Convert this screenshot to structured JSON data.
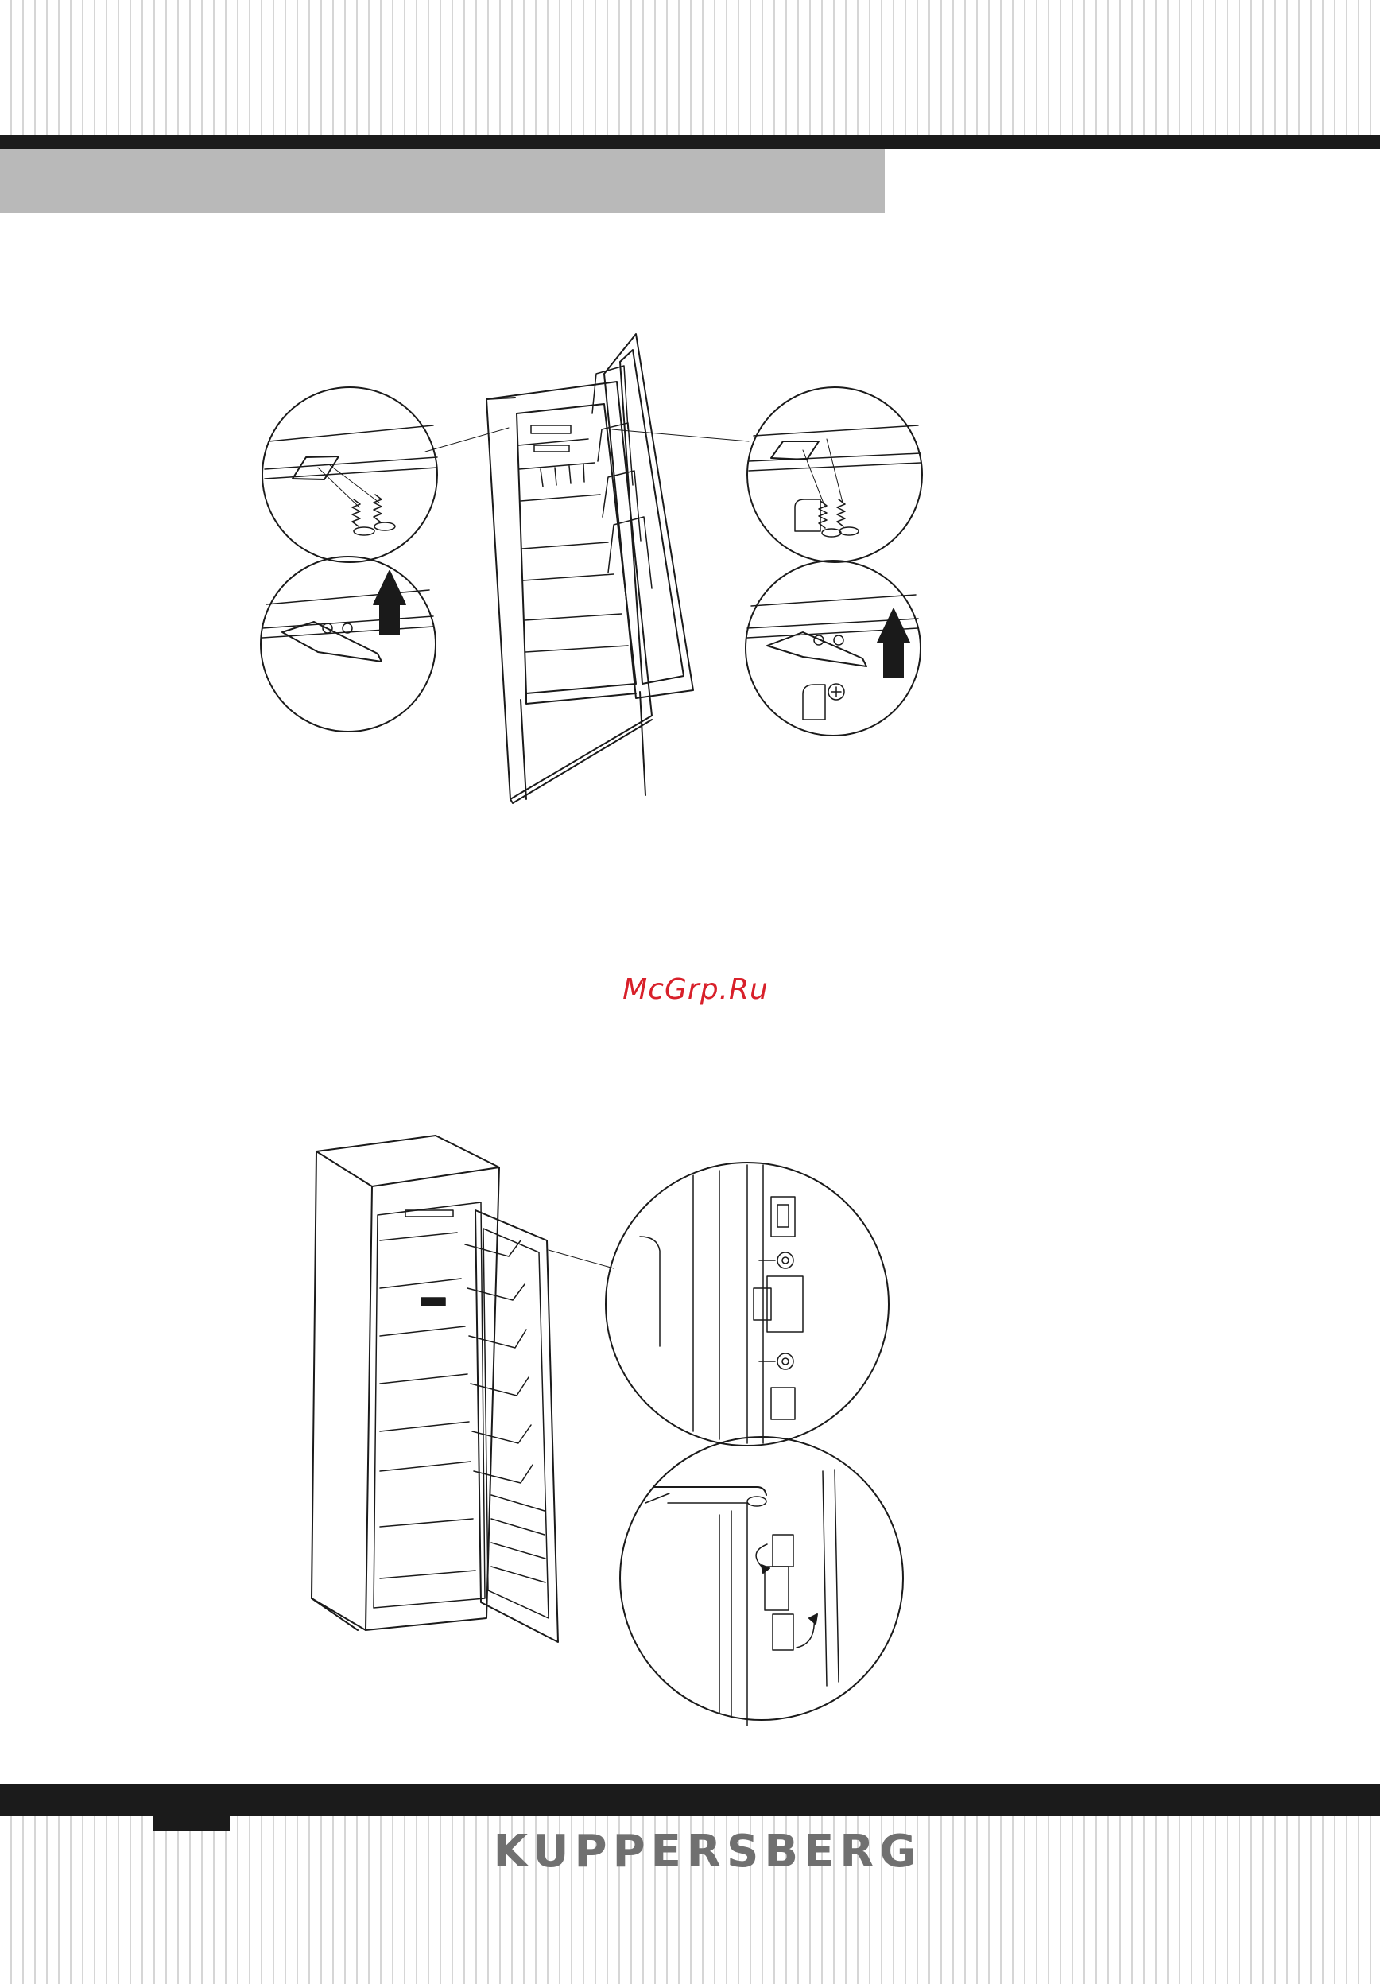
{
  "header": {
    "band_color": "#b9b9b9",
    "bar_color": "#1b1b1b"
  },
  "watermark": {
    "text": "McGrp.Ru",
    "color": "#d8202a"
  },
  "footer": {
    "brand": "KUPPERSBERG",
    "brand_color": "#707070"
  },
  "figures": [
    {
      "id": "figure-1",
      "depicts": [
        "appliance-cabinet-door-open",
        "detail-screws-top-left",
        "detail-bracket-lift-left",
        "detail-screws-top-right",
        "detail-bracket-lift-right"
      ]
    },
    {
      "id": "figure-2",
      "depicts": [
        "refrigerator-door-open",
        "detail-door-hinge-screws",
        "detail-door-hinge-rotate"
      ]
    }
  ]
}
